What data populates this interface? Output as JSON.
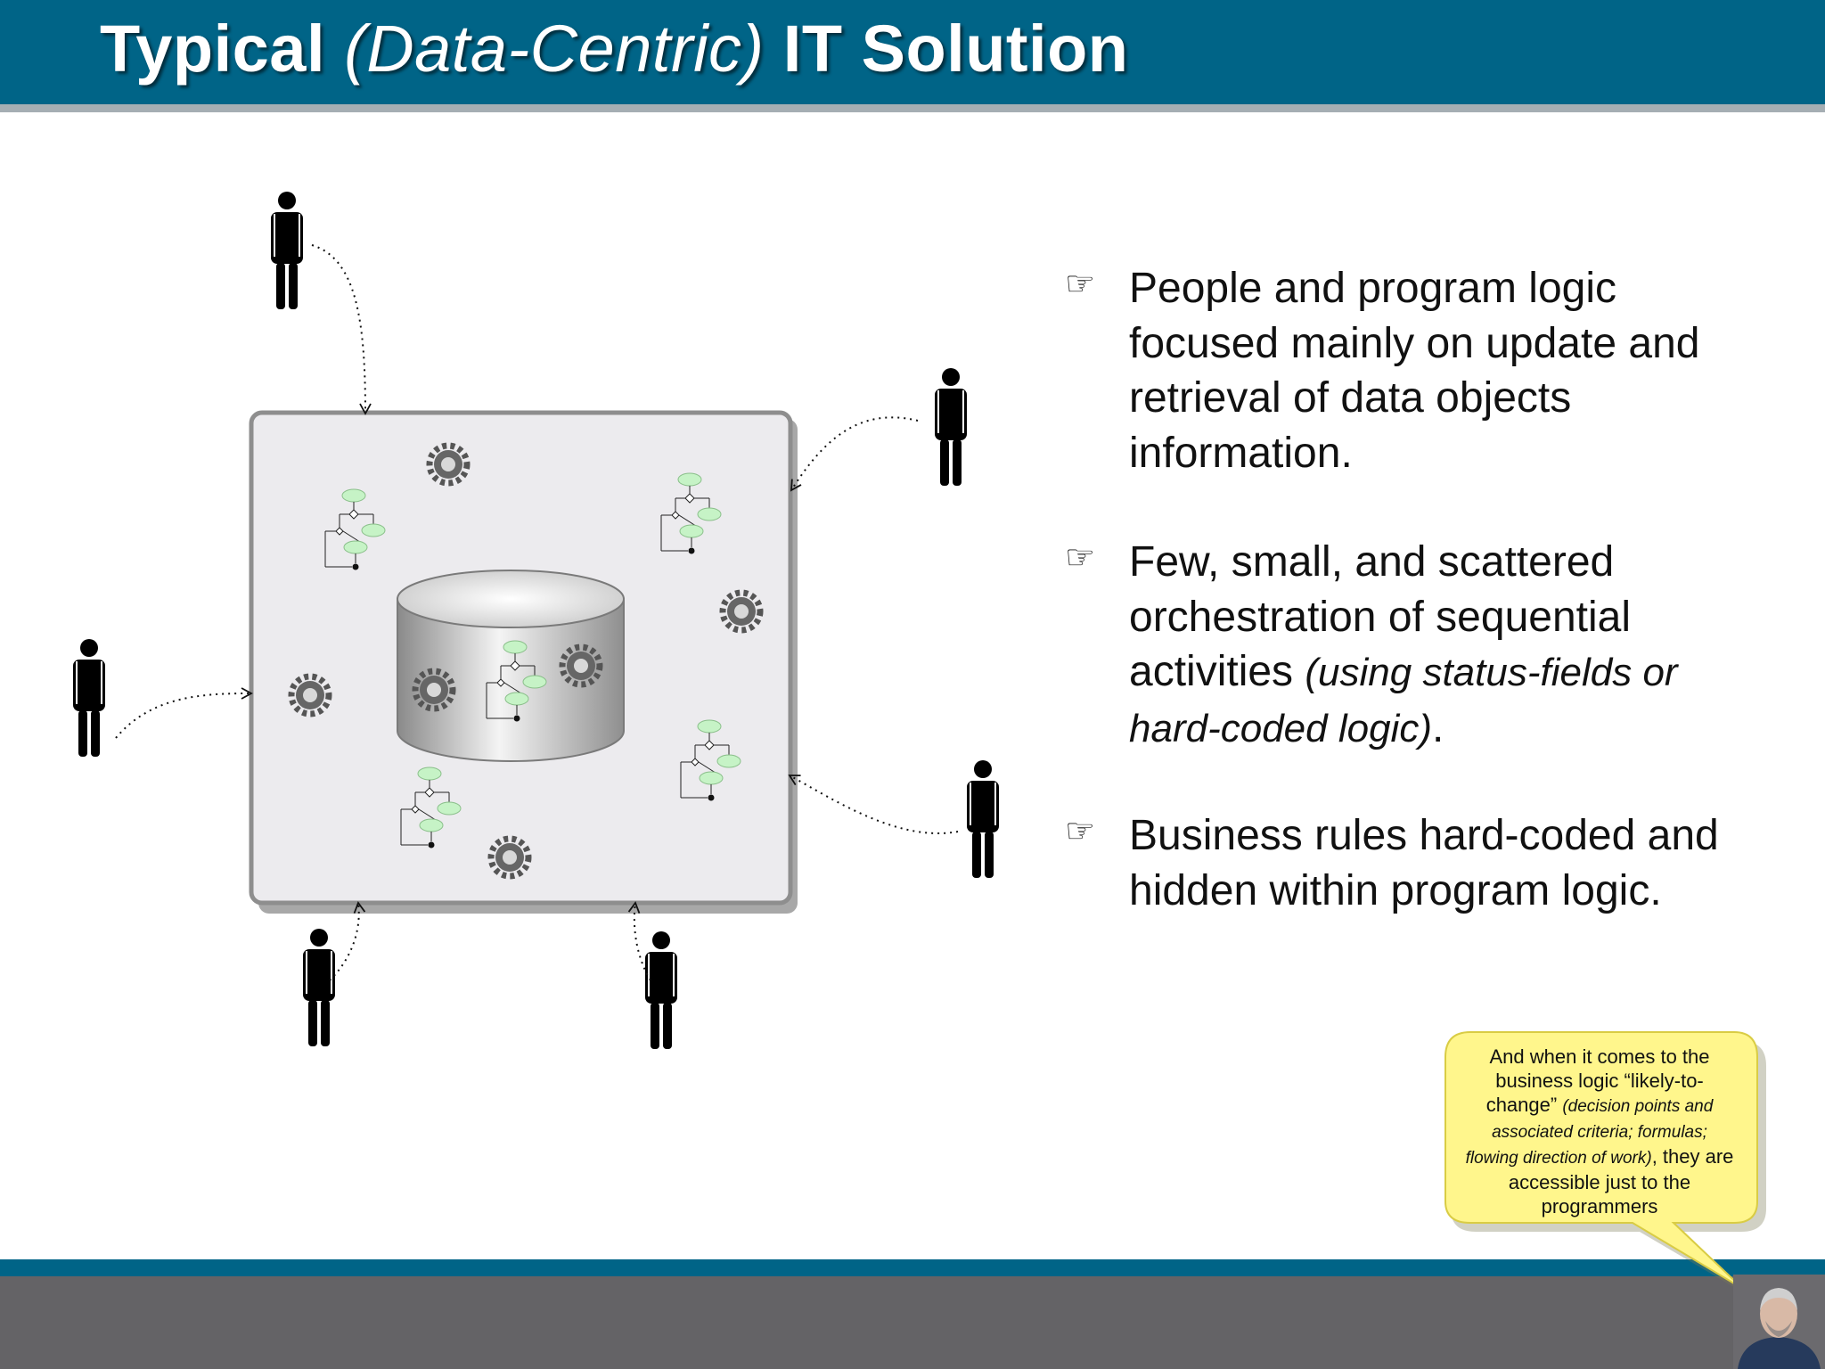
{
  "slide": {
    "title": {
      "part1": "Typical ",
      "part2": "(Data-Centric)",
      "part3": " IT Solution"
    }
  },
  "bullets": [
    {
      "icon": "pointing-hand-icon",
      "lines": [
        "People and program logic",
        "focused mainly on update and",
        "retrieval of data objects",
        "information."
      ]
    },
    {
      "icon": "pointing-hand-icon",
      "lines": [
        "Few, small, and scattered",
        "orchestration of sequential"
      ],
      "line3_plain": "activities ",
      "line3_italic": "(using status-fields or",
      "line4_italic": "hard-coded logic)",
      "line4_plain": "."
    },
    {
      "icon": "pointing-hand-icon",
      "lines": [
        "Business rules hard-coded and",
        "hidden within program logic."
      ]
    }
  ],
  "callout": {
    "line1": "And when it comes to the",
    "line2": "business logic “likely-to-",
    "line3_plain": "change” ",
    "line3_italic": "(decision points and",
    "line4_italic": "associated criteria; formulas;",
    "line5_italic": "flowing direction of work)",
    "line5_plain": ", they are",
    "line6": "accessible just to the",
    "line7": "programmers"
  },
  "colors": {
    "header": "#006487",
    "footer": "#646366",
    "callout_fill": "#fff68c",
    "activity_node": "#c6f3c6"
  }
}
